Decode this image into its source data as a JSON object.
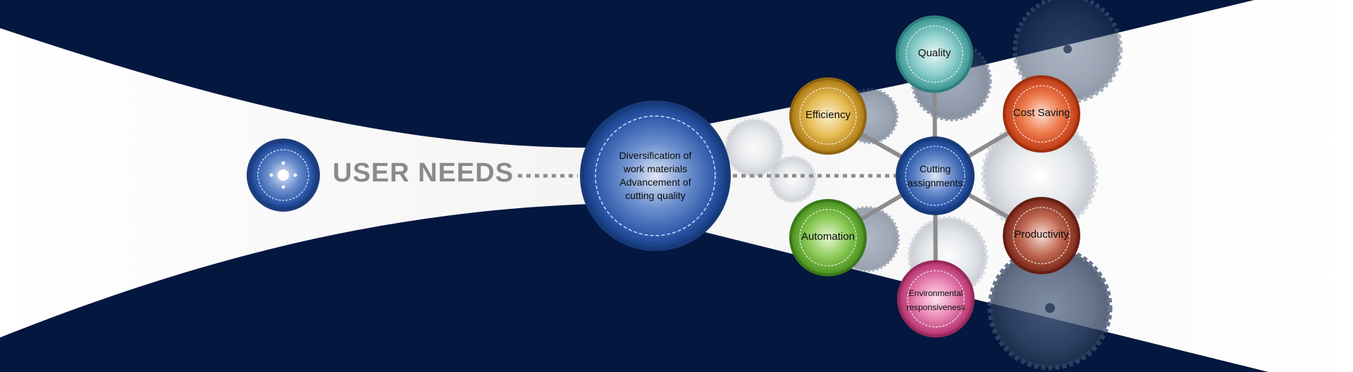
{
  "diagram": {
    "title": "USER NEEDS",
    "center_node": {
      "lines": [
        "Diversification of",
        "work materials",
        "Advancement of",
        "cutting quality"
      ]
    },
    "hub_node": {
      "lines": [
        "Cutting",
        "assignments"
      ]
    },
    "satellites": {
      "quality": {
        "label": "Quality",
        "color": "#5fb6b4"
      },
      "efficiency": {
        "label": "Efficiency",
        "color": "#d4a02e"
      },
      "cost_saving": {
        "label": "Cost Saving",
        "color": "#e0552a"
      },
      "automation": {
        "label": "Automation",
        "color": "#6fb23a"
      },
      "productivity": {
        "label": "Productivity",
        "color": "#a0402e"
      },
      "environmental": {
        "label_lines": [
          "Environmental",
          "responsiveness"
        ],
        "color": "#d8528f"
      }
    },
    "colors": {
      "background": "#03173f",
      "band": "#ffffff",
      "node_blue": "#1f4fa0",
      "connector": "#8c8c8c"
    }
  }
}
